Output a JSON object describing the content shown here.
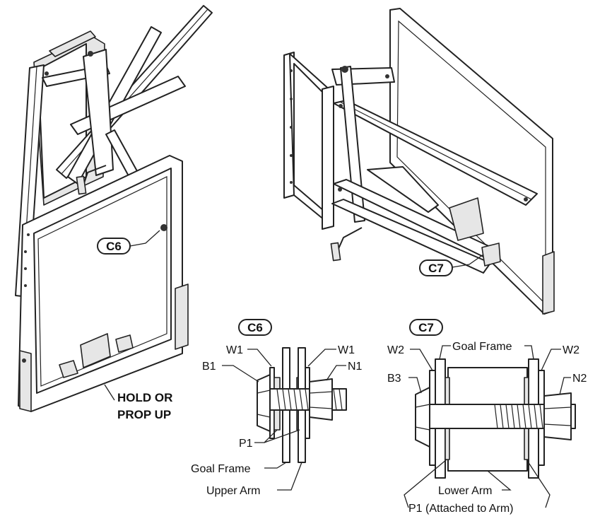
{
  "callouts": {
    "c6_top": "C6",
    "c7_top": "C7",
    "c6_detail": "C6",
    "c7_detail": "C7"
  },
  "note": {
    "line1": "HOLD OR",
    "line2": "PROP UP"
  },
  "c6_labels": {
    "w1_left": "W1",
    "w1_right": "W1",
    "b1": "B1",
    "n1": "N1",
    "p1": "P1",
    "goal_frame": "Goal Frame",
    "upper_arm": "Upper Arm"
  },
  "c7_labels": {
    "w2_left": "W2",
    "goal_frame": "Goal Frame",
    "w2_right": "W2",
    "b3": "B3",
    "n2": "N2",
    "lower_arm": "Lower Arm",
    "p1": "P1 (Attached to Arm)"
  }
}
